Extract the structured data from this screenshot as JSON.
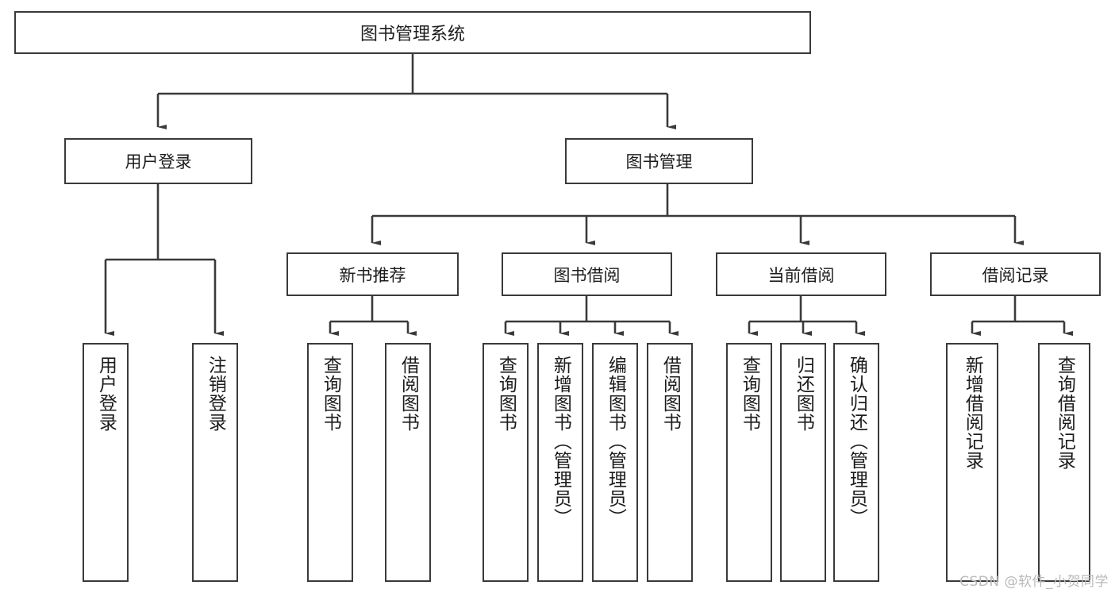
{
  "diagram": {
    "title": "图书管理系统",
    "type": "tree-hierarchy-diagram",
    "colors": {
      "box_border": "#3a3a3a",
      "box_fill": "#ffffff",
      "connector": "#3a3a3a",
      "text": "#1c1c1c",
      "watermark": "#b9b9b9",
      "background": "#ffffff"
    }
  },
  "root": {
    "label": "图书管理系统"
  },
  "level1": [
    {
      "id": "user-login",
      "label": "用户登录"
    },
    {
      "id": "book-manage",
      "label": "图书管理"
    }
  ],
  "level2": [
    {
      "id": "new-book-recommend",
      "label": "新书推荐"
    },
    {
      "id": "book-borrow",
      "label": "图书借阅"
    },
    {
      "id": "current-borrow",
      "label": "当前借阅"
    },
    {
      "id": "borrow-record",
      "label": "借阅记录"
    }
  ],
  "leaves": {
    "user_login": [
      {
        "id": "leaf-user-login",
        "label": "用户登录"
      },
      {
        "id": "leaf-logout-login",
        "label": "注销登录"
      }
    ],
    "new_book_recommend": [
      {
        "id": "leaf-query-book-1",
        "label": "查询图书"
      },
      {
        "id": "leaf-borrow-book-1",
        "label": "借阅图书"
      }
    ],
    "book_borrow": [
      {
        "id": "leaf-query-book-2",
        "label": "查询图书"
      },
      {
        "id": "leaf-add-book",
        "label": "新增图书（管理员）"
      },
      {
        "id": "leaf-edit-book",
        "label": "编辑图书（管理员）"
      },
      {
        "id": "leaf-borrow-book-2",
        "label": "借阅图书"
      }
    ],
    "current_borrow": [
      {
        "id": "leaf-query-book-3",
        "label": "查询图书"
      },
      {
        "id": "leaf-return-book",
        "label": "归还图书"
      },
      {
        "id": "leaf-confirm-return",
        "label": "确认归还（管理员）"
      }
    ],
    "borrow_record": [
      {
        "id": "leaf-add-record",
        "label": "新增借阅记录"
      },
      {
        "id": "leaf-query-record",
        "label": "查询借阅记录"
      }
    ]
  },
  "watermark": {
    "text": "CSDN @软件_小贺同学"
  }
}
